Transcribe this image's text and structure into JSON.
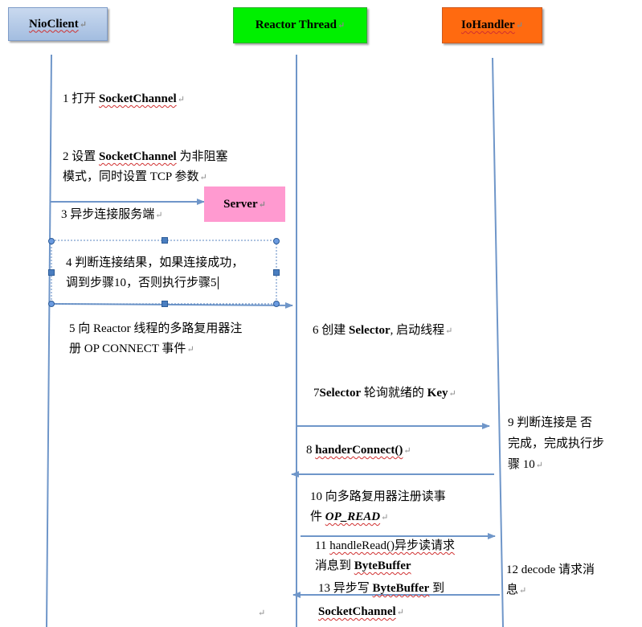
{
  "actors": {
    "nioclient": "NioClient",
    "reactor": "Reactor Thread",
    "iohandler": "IoHandler",
    "server": "Server"
  },
  "steps": {
    "s1": {
      "num": "1",
      "pre": "打开 ",
      "bold": "SocketChannel"
    },
    "s2": {
      "num": "2",
      "bold": "SocketChannel",
      "pre": "设置 ",
      "post": "为非阻塞",
      "line2": "模式，同时设置 TCP 参数"
    },
    "s3": {
      "num": "3",
      "text": "异步连接服务端"
    },
    "s4": {
      "num": "4",
      "line1": "判断连接结果，如果连接成功，",
      "line2": "调到步骤10，否则执行步骤5"
    },
    "s5": {
      "num": "5",
      "line1": "向 Reactor 线程的多路复用器注",
      "line2": "册 OP  CONNECT 事件"
    },
    "s6": {
      "num": "6",
      "pre": "创建 ",
      "bold": "Selector",
      "post": ", 启动线程"
    },
    "s7": {
      "num": "7",
      "bold1": "Selector",
      "mid": " 轮询就绪的 ",
      "bold2": "Key"
    },
    "s8": {
      "num": "8",
      "bold": "handerConnect()"
    },
    "s9": {
      "num": "9",
      "line1": "判断连接是 否",
      "line2": "完成，完成执行步",
      "line3": "骤 10"
    },
    "s10": {
      "num": "10",
      "line1": "向多路复用器注册读事",
      "line2pre": "件 ",
      "line2bold": "OP_READ"
    },
    "s11": {
      "num": "11",
      "line1": "handleRead()异步读请求",
      "line2pre": "消息到 ",
      "line2bold": "ByteBuffer"
    },
    "s12": {
      "num": "12",
      "line1": "decode  请求消",
      "line2": "息"
    },
    "s13": {
      "num": "13",
      "pre": "异步写 ",
      "bold": "ByteBuffer",
      "post": " 到",
      "line2bold": "SocketChannel"
    }
  },
  "colors": {
    "lifeline": "#6f96c9",
    "nioclient_fill": "#b8cde9",
    "reactor_fill": "#00f000",
    "iohandler_fill": "#ff6a10",
    "server_fill": "#ff9ad0"
  }
}
